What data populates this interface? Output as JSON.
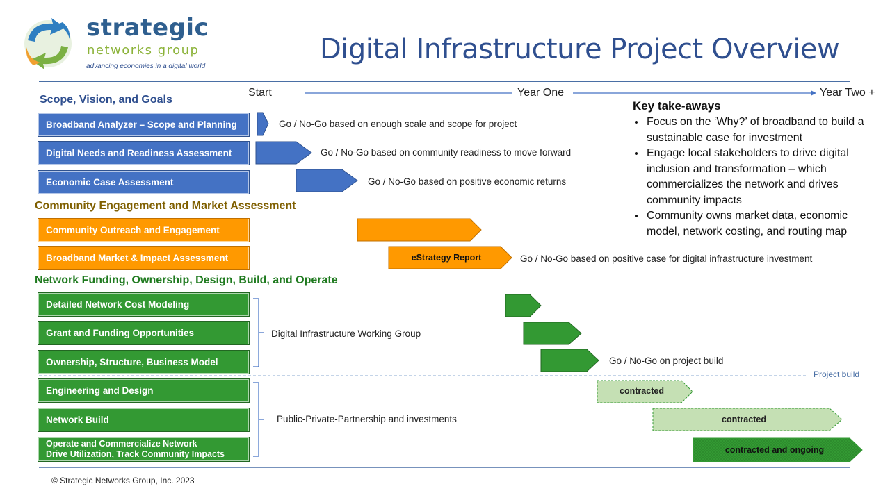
{
  "logo": {
    "word1": "strategic",
    "word2": "networks group",
    "tagline": "advancing economies in a digital world"
  },
  "title": "Digital Infrastructure Project Overview",
  "timeline": {
    "start": "Start",
    "year_one": "Year One",
    "year_two": "Year Two +"
  },
  "sections": {
    "scope": "Scope, Vision, and Goals",
    "community": "Community Engagement and Market Assessment",
    "network": "Network Funding, Ownership, Design, Build, and Operate"
  },
  "rows": {
    "r1": "Broadband Analyzer – Scope and Planning",
    "r2": "Digital Needs and Readiness Assessment",
    "r3": "Economic Case Assessment",
    "r4": "Community Outreach and Engagement",
    "r5": "Broadband Market & Impact Assessment",
    "r6": "Detailed Network Cost Modeling",
    "r7": "Grant and Funding Opportunities",
    "r8": "Ownership, Structure, Business Model",
    "r9": "Engineering and Design",
    "r10": "Network Build",
    "r11a": "Operate and Commercialize Network",
    "r11b": "Drive Utilization, Track Community Impacts"
  },
  "notes": {
    "n1": "Go / No-Go based on enough scale and scope for project",
    "n2": "Go / No-Go based on community readiness to move forward",
    "n3": "Go / No-Go based on positive economic returns",
    "n5": "Go / No-Go based on positive case for digital infrastructure investment",
    "n8": "Go / No-Go on project build",
    "working_group": "Digital Infrastructure Working Group",
    "ppp": "Public-Private-Partnership and  investments",
    "project_build": "Project build"
  },
  "bars": {
    "estrategy": "eStrategy Report",
    "contracted": "contracted",
    "contracted2": "contracted",
    "ongoing": "contracted and ongoing"
  },
  "takeaways": {
    "title": "Key take-aways",
    "items": [
      "Focus on the ‘Why?’ of broadband to build a sustainable case for investment",
      "Engage local stakeholders to drive digital inclusion and transformation – which commercializes the network and drives community impacts",
      "Community owns market data, economic model, network costing, and routing map"
    ]
  },
  "footer": "© Strategic Networks Group, Inc. 2023",
  "colors": {
    "blue": "#4472c4",
    "orange": "#ff9900",
    "green": "#339933",
    "light_green": "#c5e0b4",
    "title": "#2f4f8f"
  }
}
